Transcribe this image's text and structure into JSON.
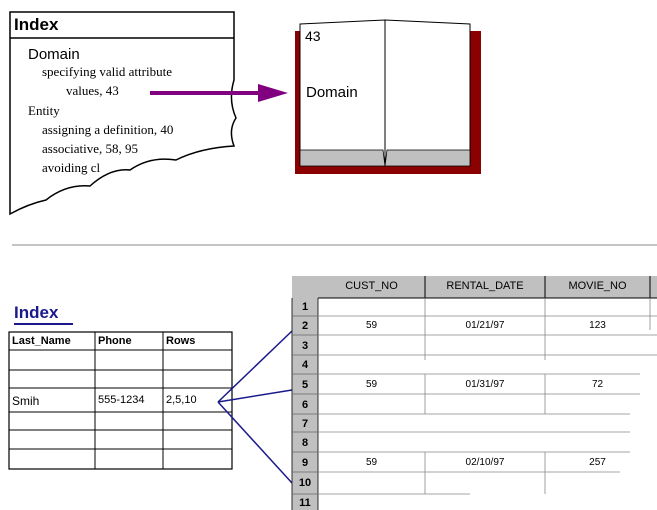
{
  "top_figure": {
    "index_card": {
      "title": "Index",
      "lines": [
        "Domain",
        "specifying valid attribute",
        "values, 43",
        "Entity",
        "assigning a definition, 40",
        "associative, 58, 95",
        "avoiding cl"
      ]
    },
    "book": {
      "page_number": "43",
      "term": "Domain"
    },
    "colors": {
      "arrow": "#800080",
      "book_cover": "#8b0000",
      "book_bottom": "#c0c0c0"
    }
  },
  "bottom_figure": {
    "index_table": {
      "title": "Index",
      "headers": [
        "Last_Name",
        "Phone",
        "Rows"
      ],
      "rows": [
        [
          "",
          "",
          ""
        ],
        [
          "",
          "",
          ""
        ],
        [
          "Smih",
          "555-1234",
          "2,5,10"
        ],
        [
          "",
          "",
          ""
        ],
        [
          "",
          "",
          ""
        ],
        [
          "",
          "",
          ""
        ]
      ]
    },
    "data_table": {
      "headers": [
        "CUST_NO",
        "RENTAL_DATE",
        "MOVIE_NO"
      ],
      "row_numbers": [
        "1",
        "2",
        "3",
        "4",
        "5",
        "6",
        "7",
        "8",
        "9",
        "10",
        "11"
      ],
      "rows": [
        [
          "",
          "",
          ""
        ],
        [
          "59",
          "01/21/97",
          "123"
        ],
        [
          "",
          "",
          ""
        ],
        [
          "",
          "",
          ""
        ],
        [
          "59",
          "01/31/97",
          "72"
        ],
        [
          "",
          "",
          ""
        ],
        [
          "",
          "",
          ""
        ],
        [
          "",
          "",
          ""
        ],
        [
          "59",
          "02/10/97",
          "257"
        ],
        [
          "",
          "",
          ""
        ],
        [
          "",
          "",
          ""
        ]
      ]
    },
    "colors": {
      "connector": "#1a1a8c",
      "title": "#1a1a8c"
    }
  }
}
